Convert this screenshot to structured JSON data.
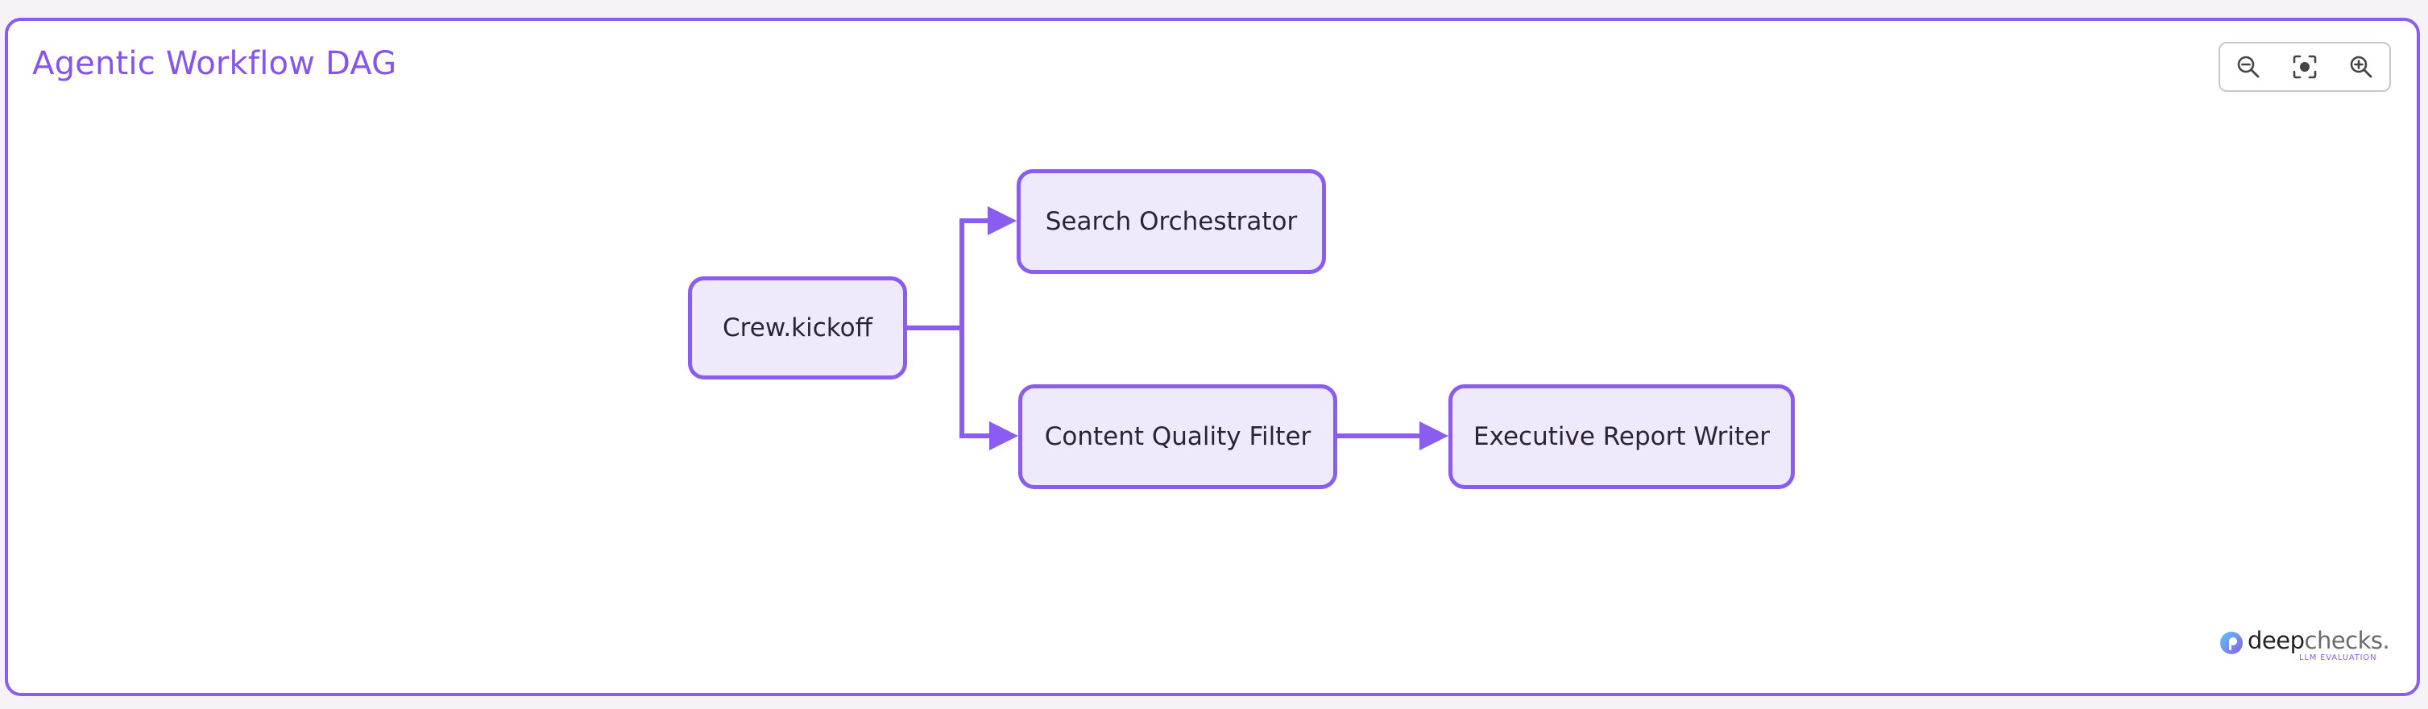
{
  "title": "Agentic Workflow DAG",
  "zoom_controls": {
    "zoom_out_icon": "zoom-out-icon",
    "fit_icon": "fit-view-icon",
    "zoom_in_icon": "zoom-in-icon"
  },
  "nodes": [
    {
      "id": "a",
      "label": "Crew.kickoff"
    },
    {
      "id": "b",
      "label": "Search Orchestrator"
    },
    {
      "id": "c",
      "label": "Content Quality Filter"
    },
    {
      "id": "d",
      "label": "Executive Report Writer"
    }
  ],
  "edges": [
    {
      "from": "Crew.kickoff",
      "to": "Search Orchestrator"
    },
    {
      "from": "Crew.kickoff",
      "to": "Content Quality Filter"
    },
    {
      "from": "Content Quality Filter",
      "to": "Executive Report Writer"
    }
  ],
  "logo": {
    "brand_bold": "deep",
    "brand_light": "checks.",
    "tagline": "LLM EVALUATION"
  },
  "colors": {
    "accent": "#8a5cf0",
    "node_fill": "#eeeafc",
    "title": "#8654ee"
  }
}
